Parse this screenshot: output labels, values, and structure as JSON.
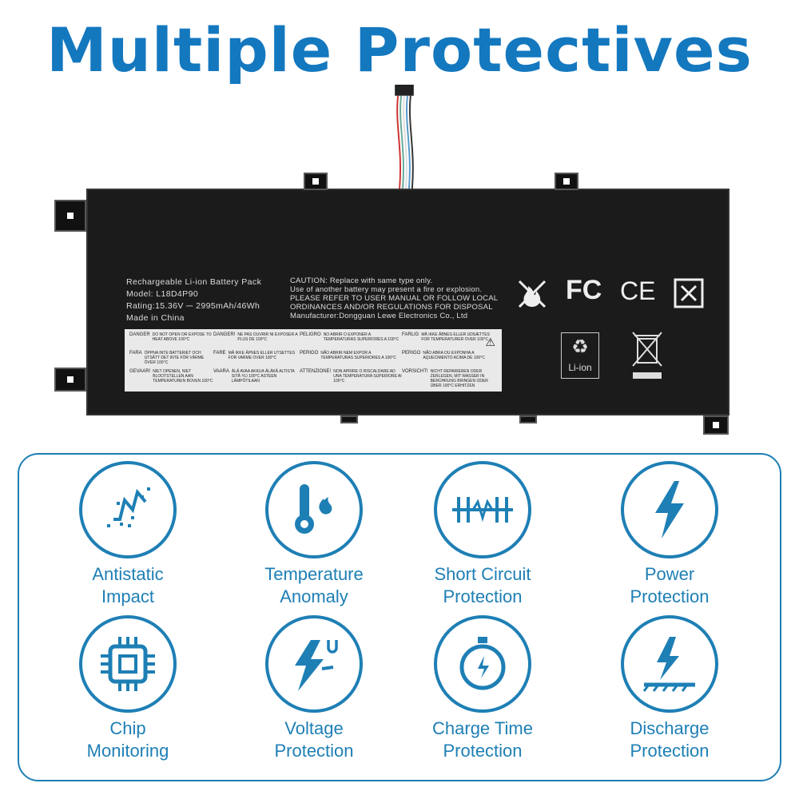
{
  "title": "Multiple Protectives",
  "battery": {
    "left_lines": [
      "Rechargeable Li-ion Battery Pack",
      "Model: L18D4P90",
      "Rating:15.36V ⎓ 2995mAh/46Wh",
      "Made in China"
    ],
    "right_lines": [
      "CAUTION: Replace with same type only.",
      "Use of another battery may present a fire or explosion.",
      "PLEASE REFER TO USER MANUAL OR FOLLOW LOCAL",
      "ORDINANCES AND/OR REGULATIONS FOR DISPOSAL",
      "Manufacturer:Dongguan Lewe Electronics Co., Ltd"
    ],
    "warnings": [
      {
        "w": "DANGER",
        "t": "DO NOT OPEN OR EXPOSE TO HEAT ABOVE 100°C"
      },
      {
        "w": "DANGER!",
        "t": "NE PAS OUVRIR NI EXPOSER A PLUS DE 100°C"
      },
      {
        "w": "PELIGRO",
        "t": "NO ABRIR O EXPONER A TEMPERATURAS SUPERIORES A 100°C"
      },
      {
        "w": "FARLIG",
        "t": "MÅ IKKE ÅBNES ELLER UDSÆTTES FOR TEMPERATURER OVER 100°C"
      },
      {
        "w": "FARA",
        "t": "ÖPPNA INTE BATTERIET OCH UTSÄTT DET INTE FÖR VÄRME ÖVER 100°C"
      },
      {
        "w": "FARE",
        "t": "MÅ IKKE ÅPNES ELLER UTSETTES FOR VARME OVER 100°C"
      },
      {
        "w": "PERIGO",
        "t": "NÃO ABRIR NEM EXPOR A TEMPERATURAS SUPERIORES A 100°C"
      },
      {
        "w": "PERIGO",
        "t": "NÃO ABRA OU EXPONHA A AQUECIMENTO ACIMA DE 100°C"
      },
      {
        "w": "GEVAAR!",
        "t": "NIET OPENEN, NIET BLOOTSTELLEN AAN TEMPERATUREN BOVEN 100°C"
      },
      {
        "w": "VAARA",
        "t": "ÄLÄ AVAA AKKUA ÄLÄKÄ ALTISTA SITÄ YLI 100°C ASTEEN LÄMPÖTILAAN"
      },
      {
        "w": "ATTENZIONE!",
        "t": "NON APRIRE O RISCALDARE AD UNA TEMPERATURA SUPERIORE AI 100°C"
      },
      {
        "w": "VORSICHT!",
        "t": "NICHT REPARIEREN ODER ZERLEGEN, MIT WASSER IN BERÜHRUNG BRINGEN ODER ÜBER 100°C ERHITZEN"
      }
    ],
    "cert_fc": "FC",
    "cert_ce": "CE",
    "recycle_label": "Li-ion"
  },
  "features": [
    {
      "l1": "Antistatic",
      "l2": "Impact",
      "icon": "antistatic-icon"
    },
    {
      "l1": "Temperature",
      "l2": "Anomaly",
      "icon": "thermometer-icon"
    },
    {
      "l1": "Short Circuit",
      "l2": "Protection",
      "icon": "short-circuit-icon"
    },
    {
      "l1": "Power",
      "l2": "Protection",
      "icon": "lightning-icon"
    },
    {
      "l1": "Chip",
      "l2": "Monitoring",
      "icon": "chip-icon"
    },
    {
      "l1": "Voltage",
      "l2": "Protection",
      "icon": "voltage-icon"
    },
    {
      "l1": "Charge Time",
      "l2": "Protection",
      "icon": "stopwatch-icon"
    },
    {
      "l1": "Discharge",
      "l2": "Protection",
      "icon": "discharge-icon"
    }
  ],
  "colors": {
    "accent": "#1e7fb5",
    "title": "#1478bf"
  }
}
